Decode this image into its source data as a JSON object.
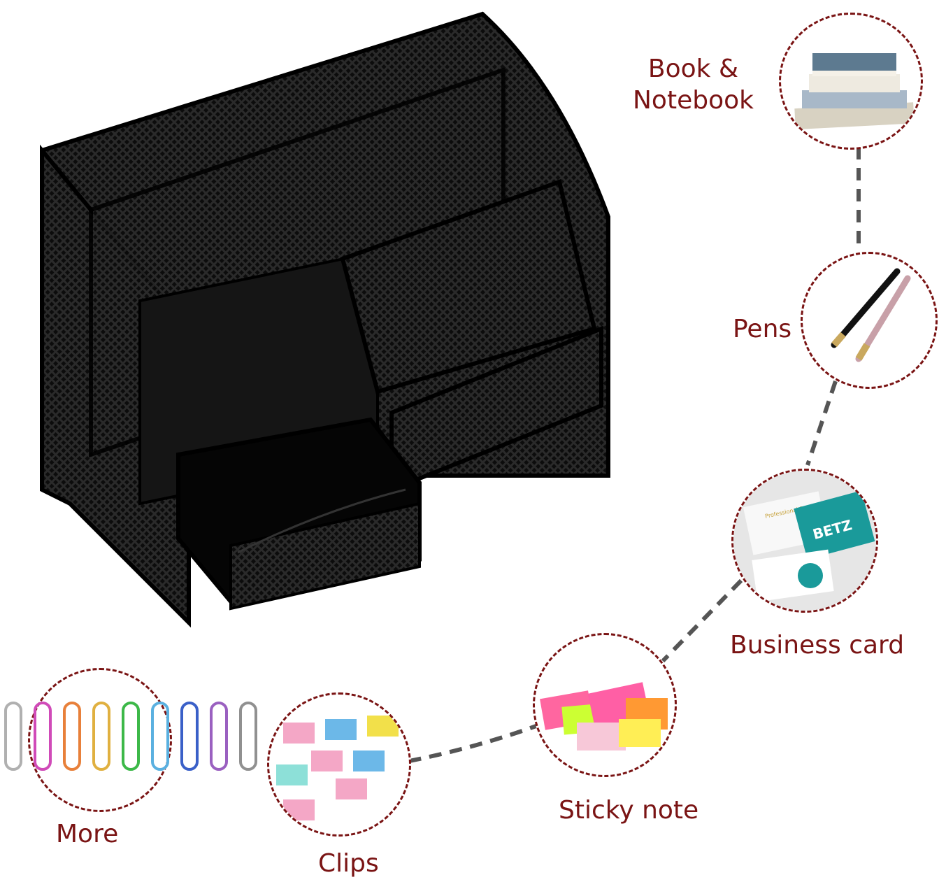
{
  "labels": {
    "book": [
      "Book &",
      "Notebook"
    ],
    "pens": "Pens",
    "business_card": "Business card",
    "sticky_note": "Sticky note",
    "clips": "Clips",
    "more": "More"
  },
  "card_brand": "BETZ",
  "card_caption": "Professional Business",
  "colors": {
    "label": "#7a1414",
    "connector": "#555555",
    "mesh": "#111111"
  }
}
